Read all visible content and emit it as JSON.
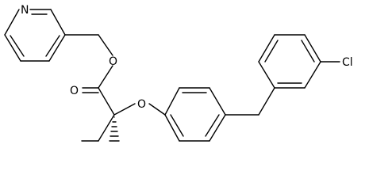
{
  "diagram": {
    "type": "chemical-structure",
    "atoms": {
      "n_pyridine": "N",
      "o_ester": "O",
      "o_carbonyl": "O",
      "o_ether": "O",
      "cl": "Cl"
    },
    "colors": {
      "bond": "#000000",
      "background": "#ffffff"
    }
  }
}
